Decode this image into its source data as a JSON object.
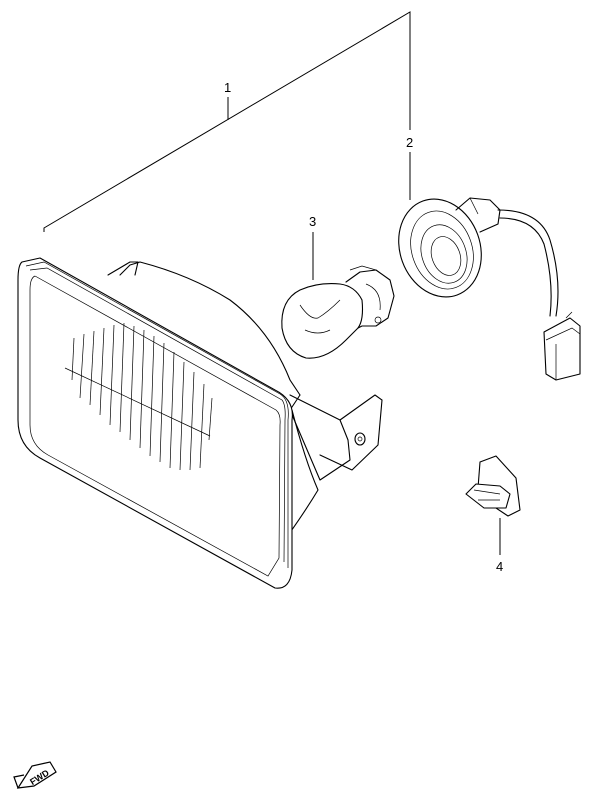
{
  "callouts": {
    "part1": "1",
    "part2": "2",
    "part3": "3",
    "part4": "4"
  },
  "fwd_label": "FWD",
  "colors": {
    "line": "#000000",
    "background": "#ffffff"
  }
}
